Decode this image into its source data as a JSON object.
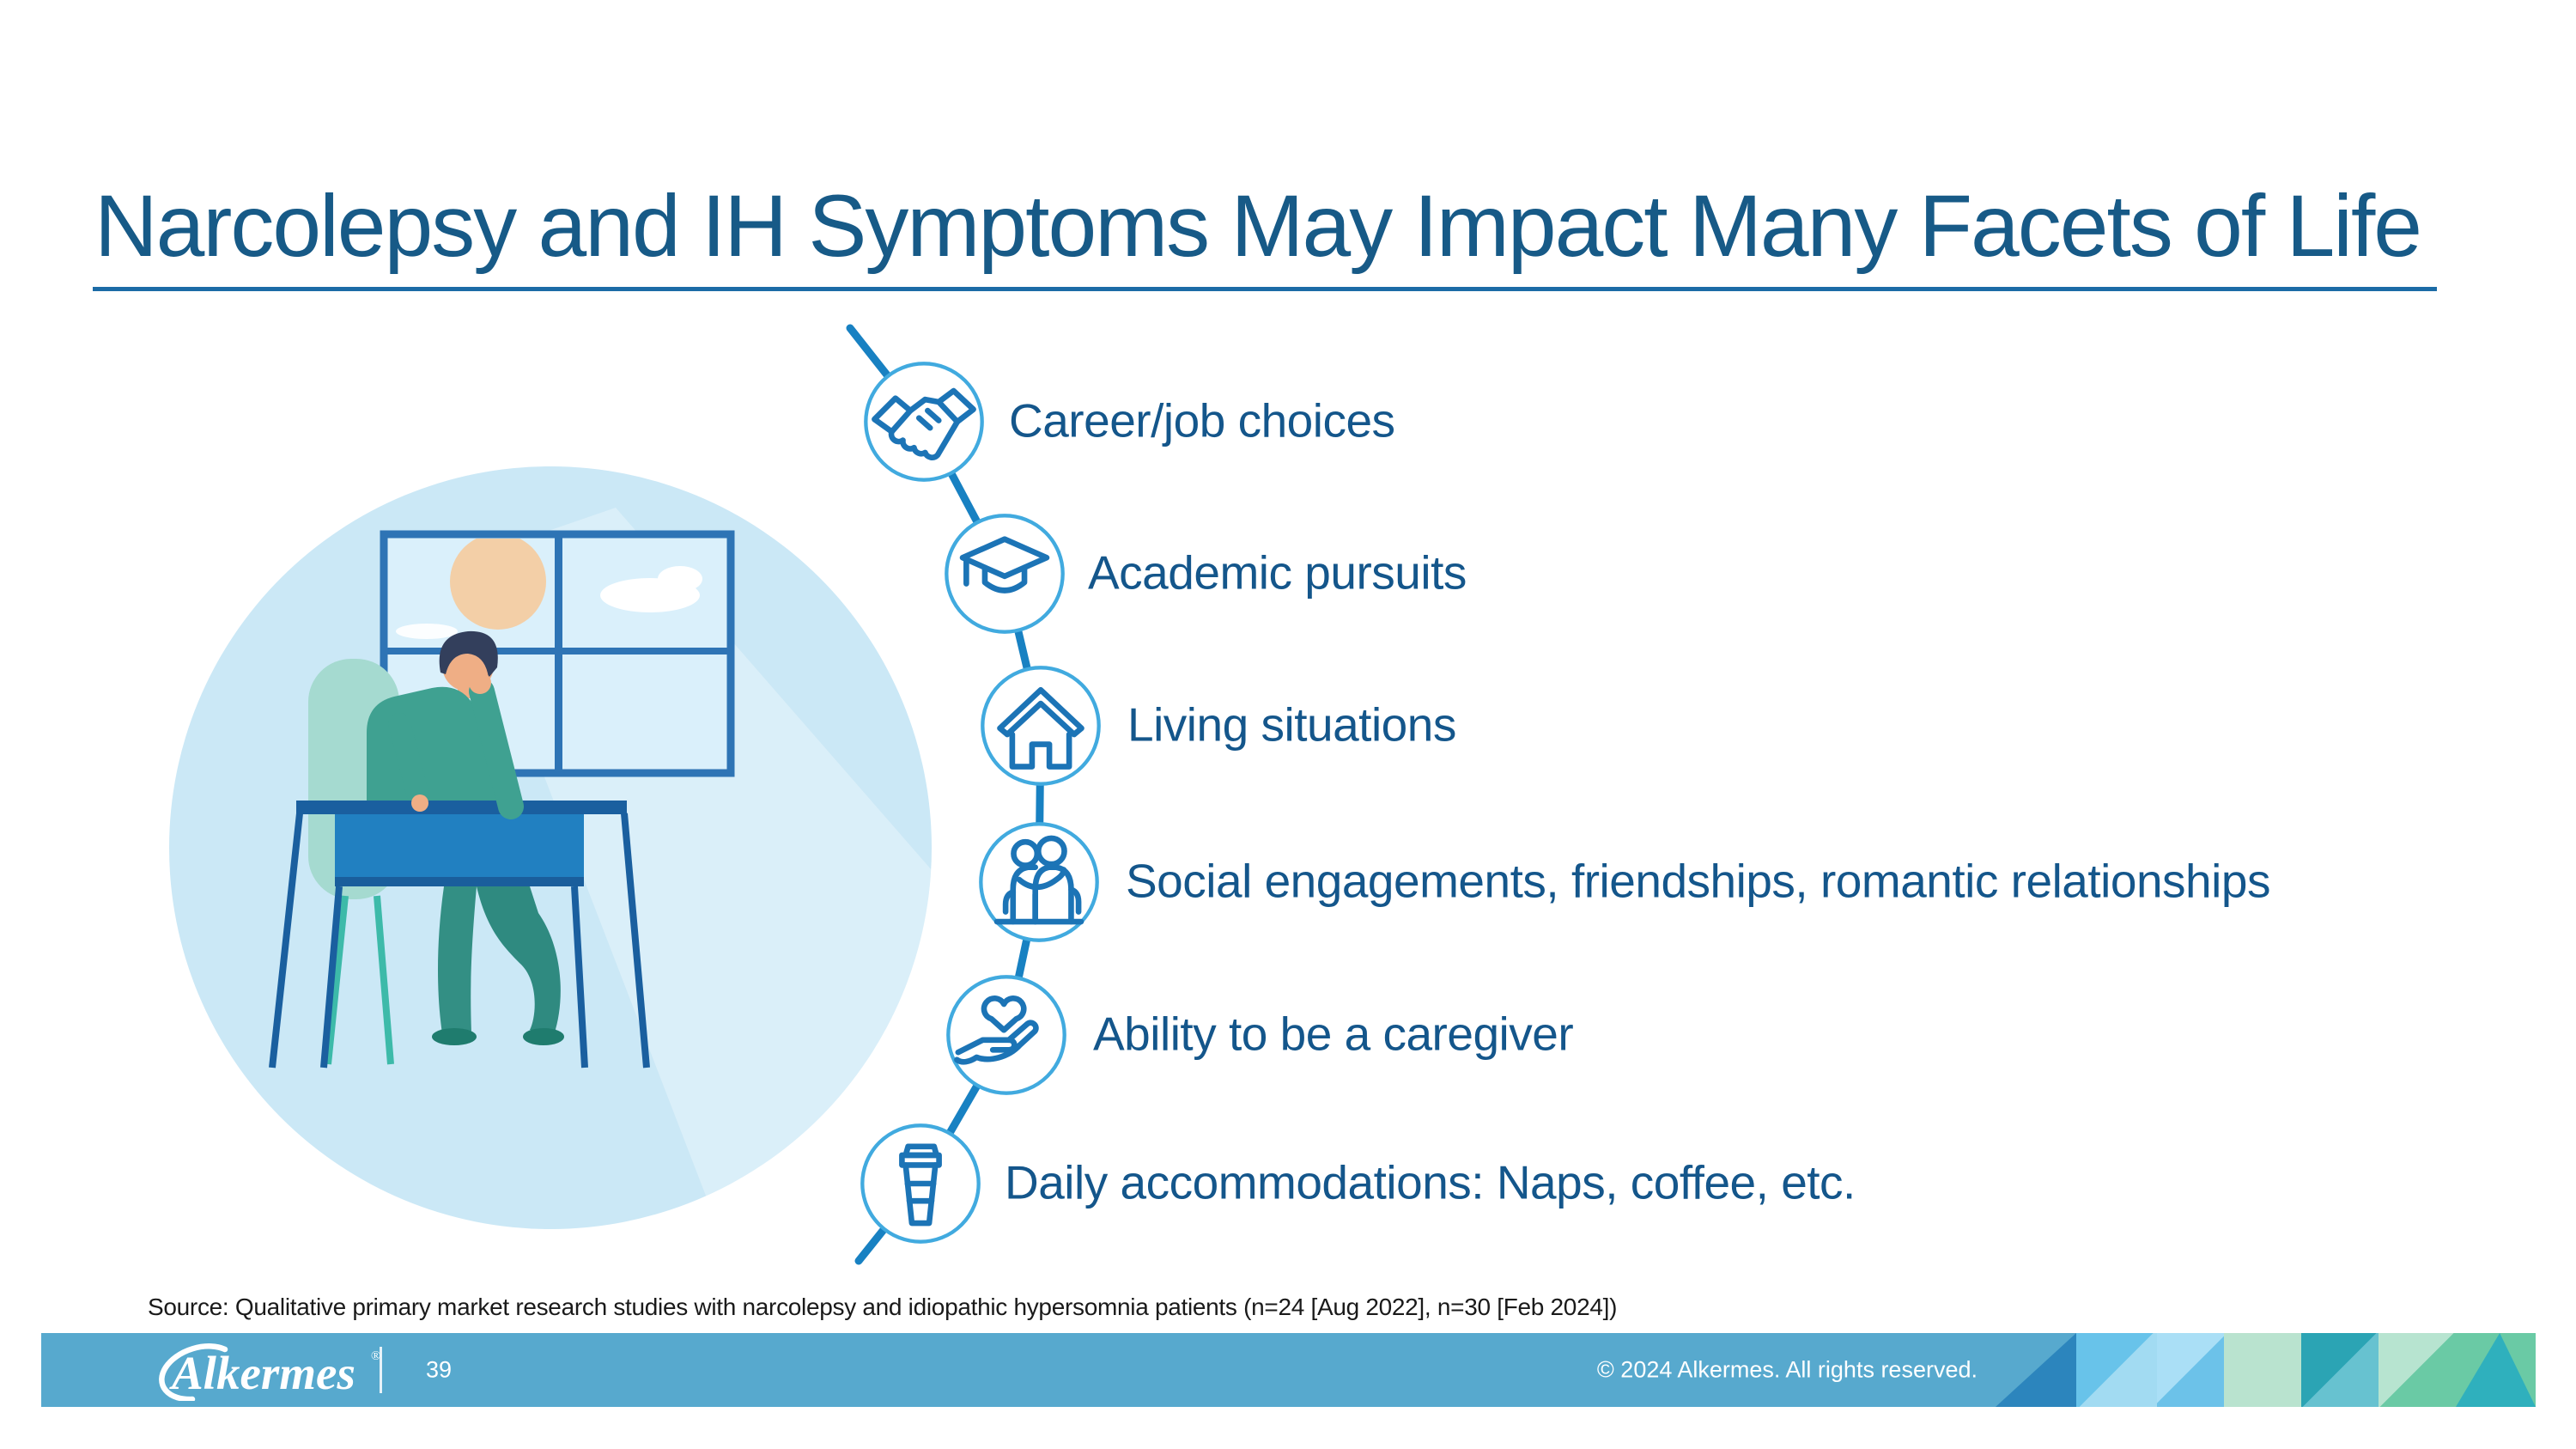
{
  "slide": {
    "title": "Narcolepsy and IH Symptoms May Impact Many Facets of Life",
    "source_note": "Source: Qualitative primary market research studies with narcolepsy and idiopathic hypersomnia patients (n=24 [Aug 2022], n=30 [Feb 2024])"
  },
  "timeline": {
    "items": [
      {
        "icon": "handshake-icon",
        "label": "Career/job choices"
      },
      {
        "icon": "graduation-cap-icon",
        "label": "Academic pursuits"
      },
      {
        "icon": "house-icon",
        "label": "Living situations"
      },
      {
        "icon": "people-embrace-icon",
        "label": "Social engagements, friendships, romantic relationships"
      },
      {
        "icon": "hand-heart-icon",
        "label": "Ability to be a caregiver"
      },
      {
        "icon": "coffee-cup-icon",
        "label": "Daily accommodations: Naps, coffee, etc."
      }
    ]
  },
  "footer": {
    "logo_text": "Alkermes",
    "registered_mark": "®",
    "page_number": "39",
    "copyright": "© 2024 Alkermes. All rights reserved."
  },
  "colors": {
    "title_blue": "#175a87",
    "item_text_blue": "#14568b",
    "circle_stroke_blue": "#41aadf",
    "icon_stroke_blue": "#1c74b6",
    "connector_blue": "#1881c2",
    "footer_bar_blue": "#57a9ce",
    "illustration_bg_blue": "#cbe8f6"
  }
}
